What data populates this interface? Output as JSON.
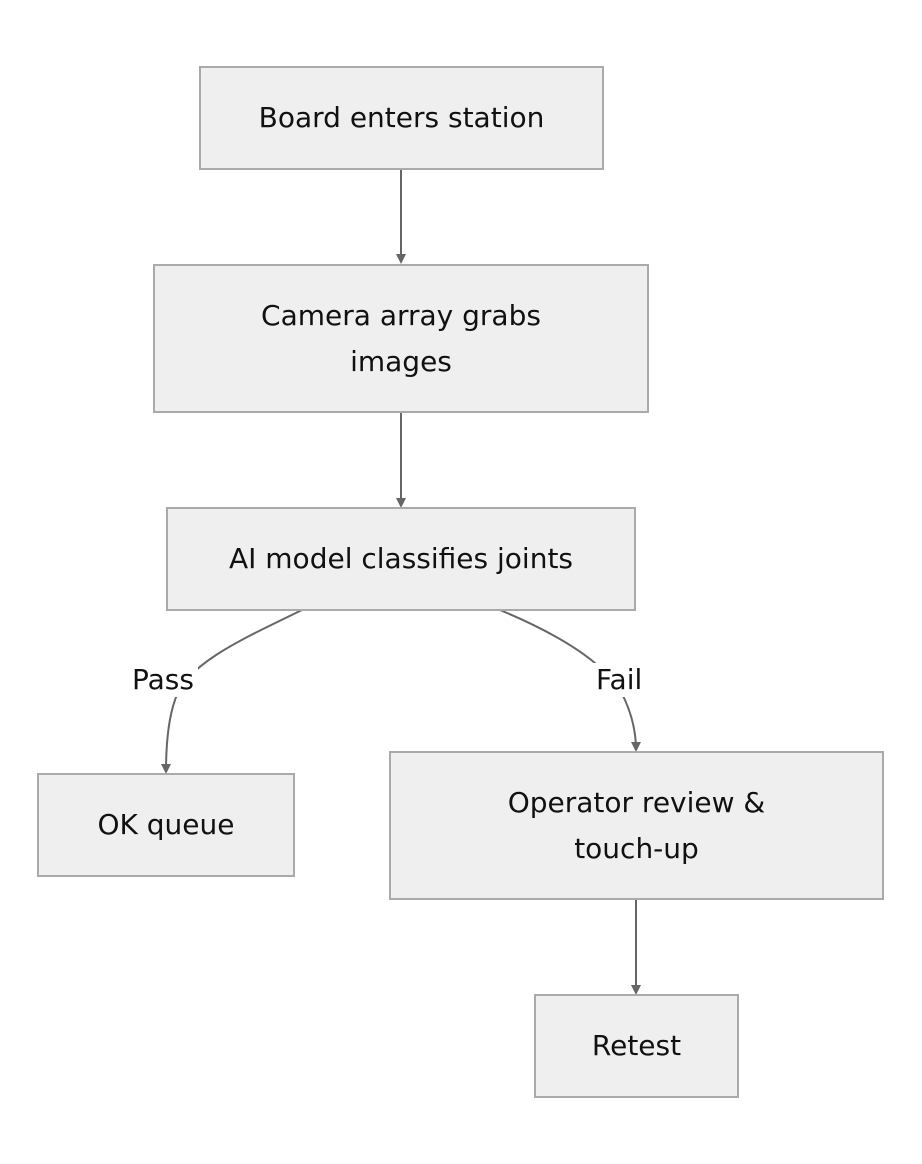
{
  "colors": {
    "node_fill": "#efefef",
    "node_border": "#aaaaaa",
    "edge": "#666666",
    "text": "#111111"
  },
  "nodes": {
    "board_enters": {
      "lines": [
        "Board enters station"
      ]
    },
    "camera_array": {
      "lines": [
        "Camera array grabs",
        "images"
      ]
    },
    "ai_model": {
      "lines": [
        "AI model classifies joints"
      ]
    },
    "ok_queue": {
      "lines": [
        "OK queue"
      ]
    },
    "operator_review": {
      "lines": [
        "Operator review &",
        "touch-up"
      ]
    },
    "retest": {
      "lines": [
        "Retest"
      ]
    }
  },
  "edges": {
    "pass_label": "Pass",
    "fail_label": "Fail"
  }
}
